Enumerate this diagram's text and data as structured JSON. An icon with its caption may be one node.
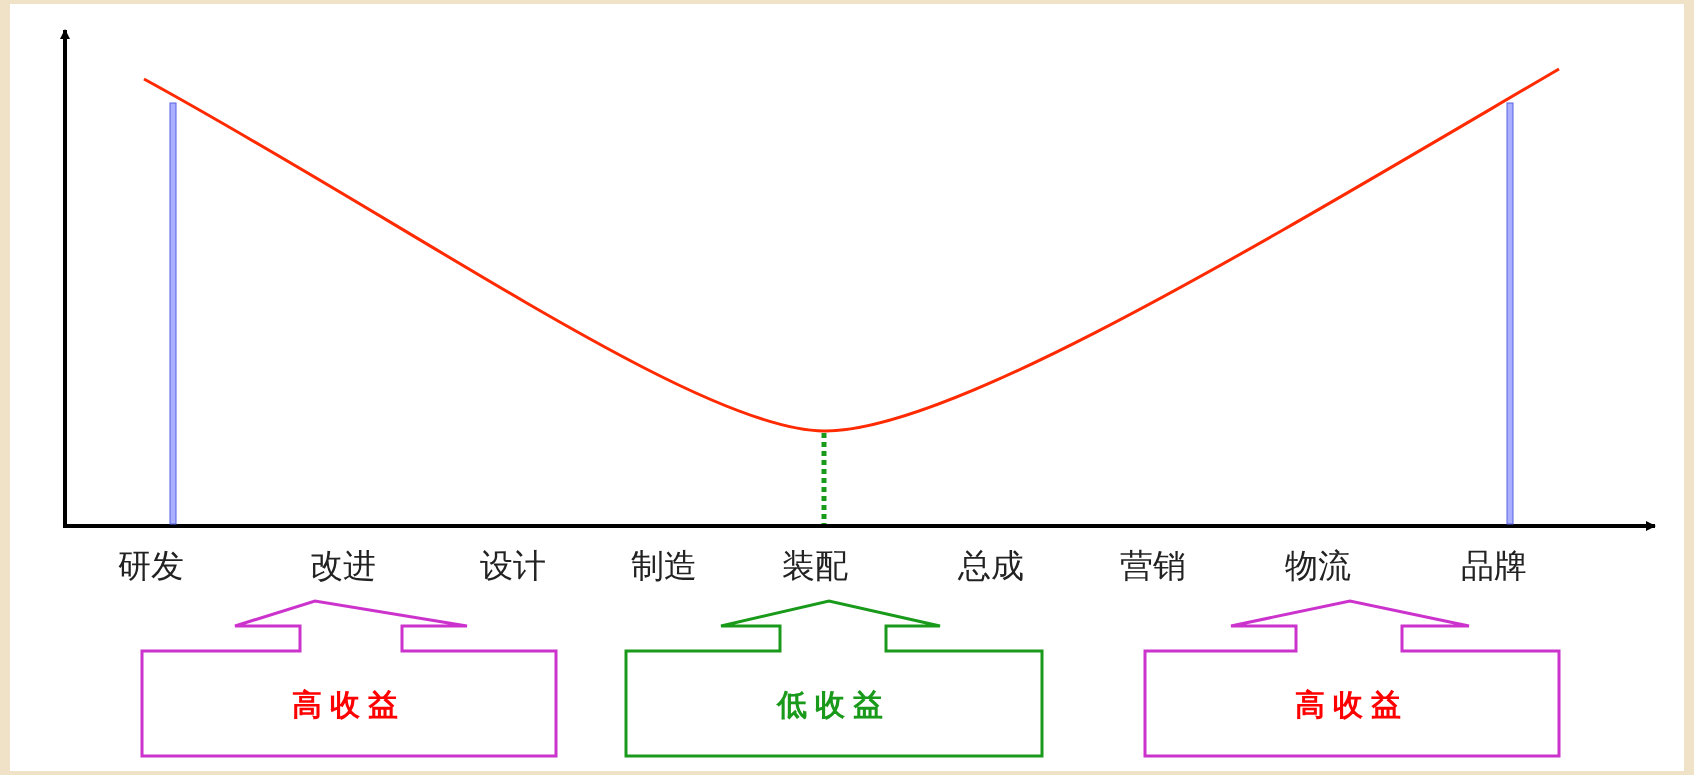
{
  "diagram": {
    "nodes": [
      {
        "text": [
          "高收益"
        ]
      },
      {
        "text": [
          "低收益"
        ]
      },
      {
        "text": [
          "高收益"
        ]
      }
    ],
    "labels": [
      "研发",
      "改进",
      "设计",
      "制造",
      "装配",
      "总成",
      "营销",
      "物流",
      "品牌"
    ]
  }
}
